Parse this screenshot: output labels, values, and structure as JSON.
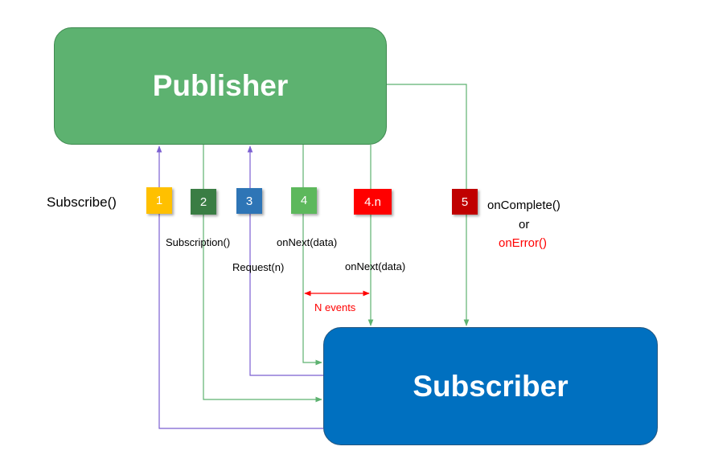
{
  "publisher": {
    "label": "Publisher",
    "color": "#5db270"
  },
  "subscriber": {
    "label": "Subscriber",
    "color": "#0070c0"
  },
  "steps": [
    {
      "num": "1",
      "color": "#ffc000"
    },
    {
      "num": "2",
      "color": "#3a7d44"
    },
    {
      "num": "3",
      "color": "#2e75b6"
    },
    {
      "num": "4",
      "color": "#5db85c"
    },
    {
      "num": "4.n",
      "color": "#ff0000"
    },
    {
      "num": "5",
      "color": "#c00000"
    }
  ],
  "labels": {
    "subscribe": "Subscribe()",
    "subscription": "Subscription()",
    "request": "Request(n)",
    "on_next_1": "onNext(data)",
    "on_next_2": "onNext(data)",
    "n_events": "N events",
    "on_complete": "onComplete()",
    "or": "or",
    "on_error": "onError()"
  },
  "colors": {
    "green_arrow": "#5db270",
    "purple_arrow": "#7b5fd1",
    "red_arrow": "#ff0000"
  }
}
